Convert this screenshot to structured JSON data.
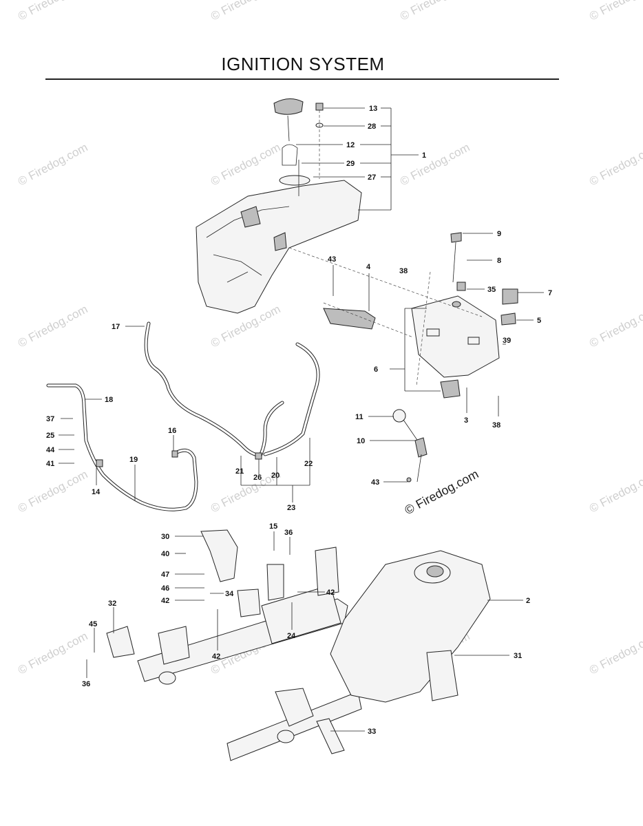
{
  "title": "IGNITION SYSTEM",
  "watermark": "© Firedog.com",
  "callouts": [
    "1",
    "2",
    "3",
    "4",
    "5",
    "6",
    "7",
    "8",
    "9",
    "10",
    "11",
    "12",
    "13",
    "14",
    "15",
    "16",
    "17",
    "18",
    "19",
    "20",
    "21",
    "22",
    "23",
    "24",
    "25",
    "26",
    "27",
    "28",
    "29",
    "30",
    "31",
    "32",
    "33",
    "34",
    "35",
    "36",
    "37",
    "38",
    "39",
    "40",
    "41",
    "42",
    "43",
    "44",
    "45",
    "46",
    "47"
  ]
}
